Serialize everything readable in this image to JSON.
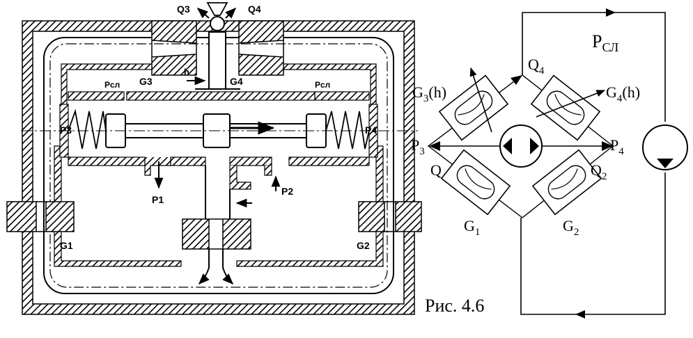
{
  "figure": {
    "caption": "Рис. 4.6"
  },
  "valve": {
    "labels": {
      "q3": "Q3",
      "q4": "Q4",
      "g3": "G3",
      "g4": "G4",
      "h": "h",
      "pcl_left": "Pcл",
      "pcl_right": "Pcл",
      "p3": "P3",
      "p4": "P4",
      "p1": "P1",
      "p2": "P2",
      "g1": "G1",
      "g2": "G2"
    }
  },
  "bridge": {
    "labels": {
      "pcl": "P",
      "pcl_sub": "СЛ",
      "q4": "Q",
      "q4_sub": "4",
      "g3": "G",
      "g3_sub": "3",
      "g3_tail": "(h)",
      "g4": "G",
      "g4_sub": "4",
      "g4_tail": "(h)",
      "p3": "P",
      "p3_sub": "3",
      "p4": "P",
      "p4_sub": "4",
      "q": "Q",
      "q2": "Q",
      "q2_sub": "2",
      "g1": "G",
      "g1_sub": "1",
      "g2": "G",
      "g2_sub": "2"
    }
  }
}
